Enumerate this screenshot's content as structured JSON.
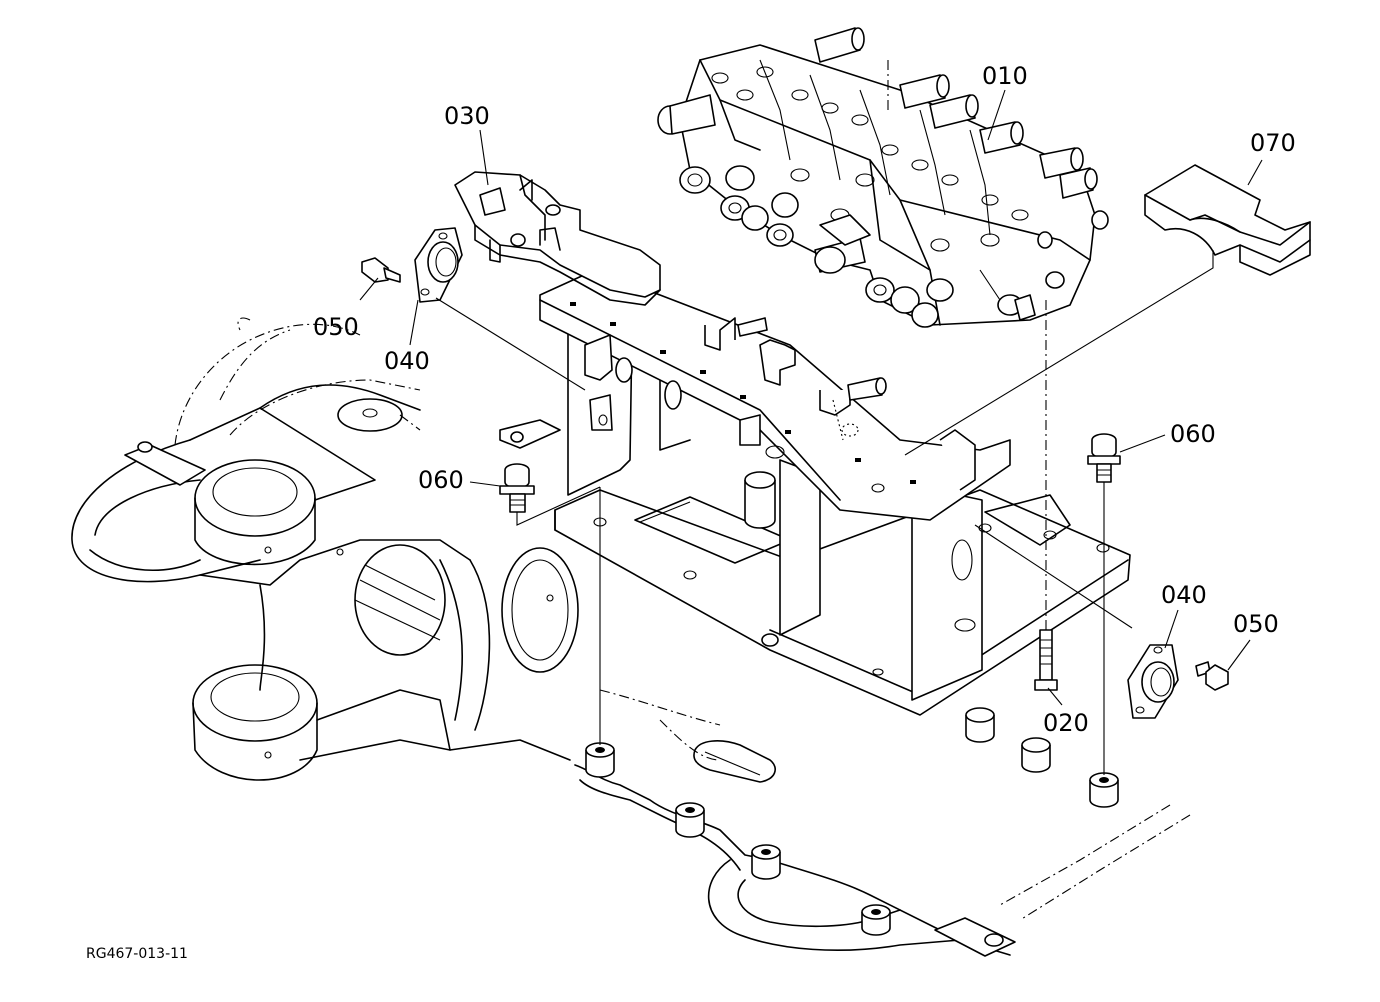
{
  "callouts": {
    "c010": "010",
    "c020": "020",
    "c030": "030",
    "c040a": "040",
    "c040b": "040",
    "c050a": "050",
    "c050b": "050",
    "c060a": "060",
    "c060b": "060",
    "c070": "070"
  },
  "drawing_code": "RG467-013-11"
}
